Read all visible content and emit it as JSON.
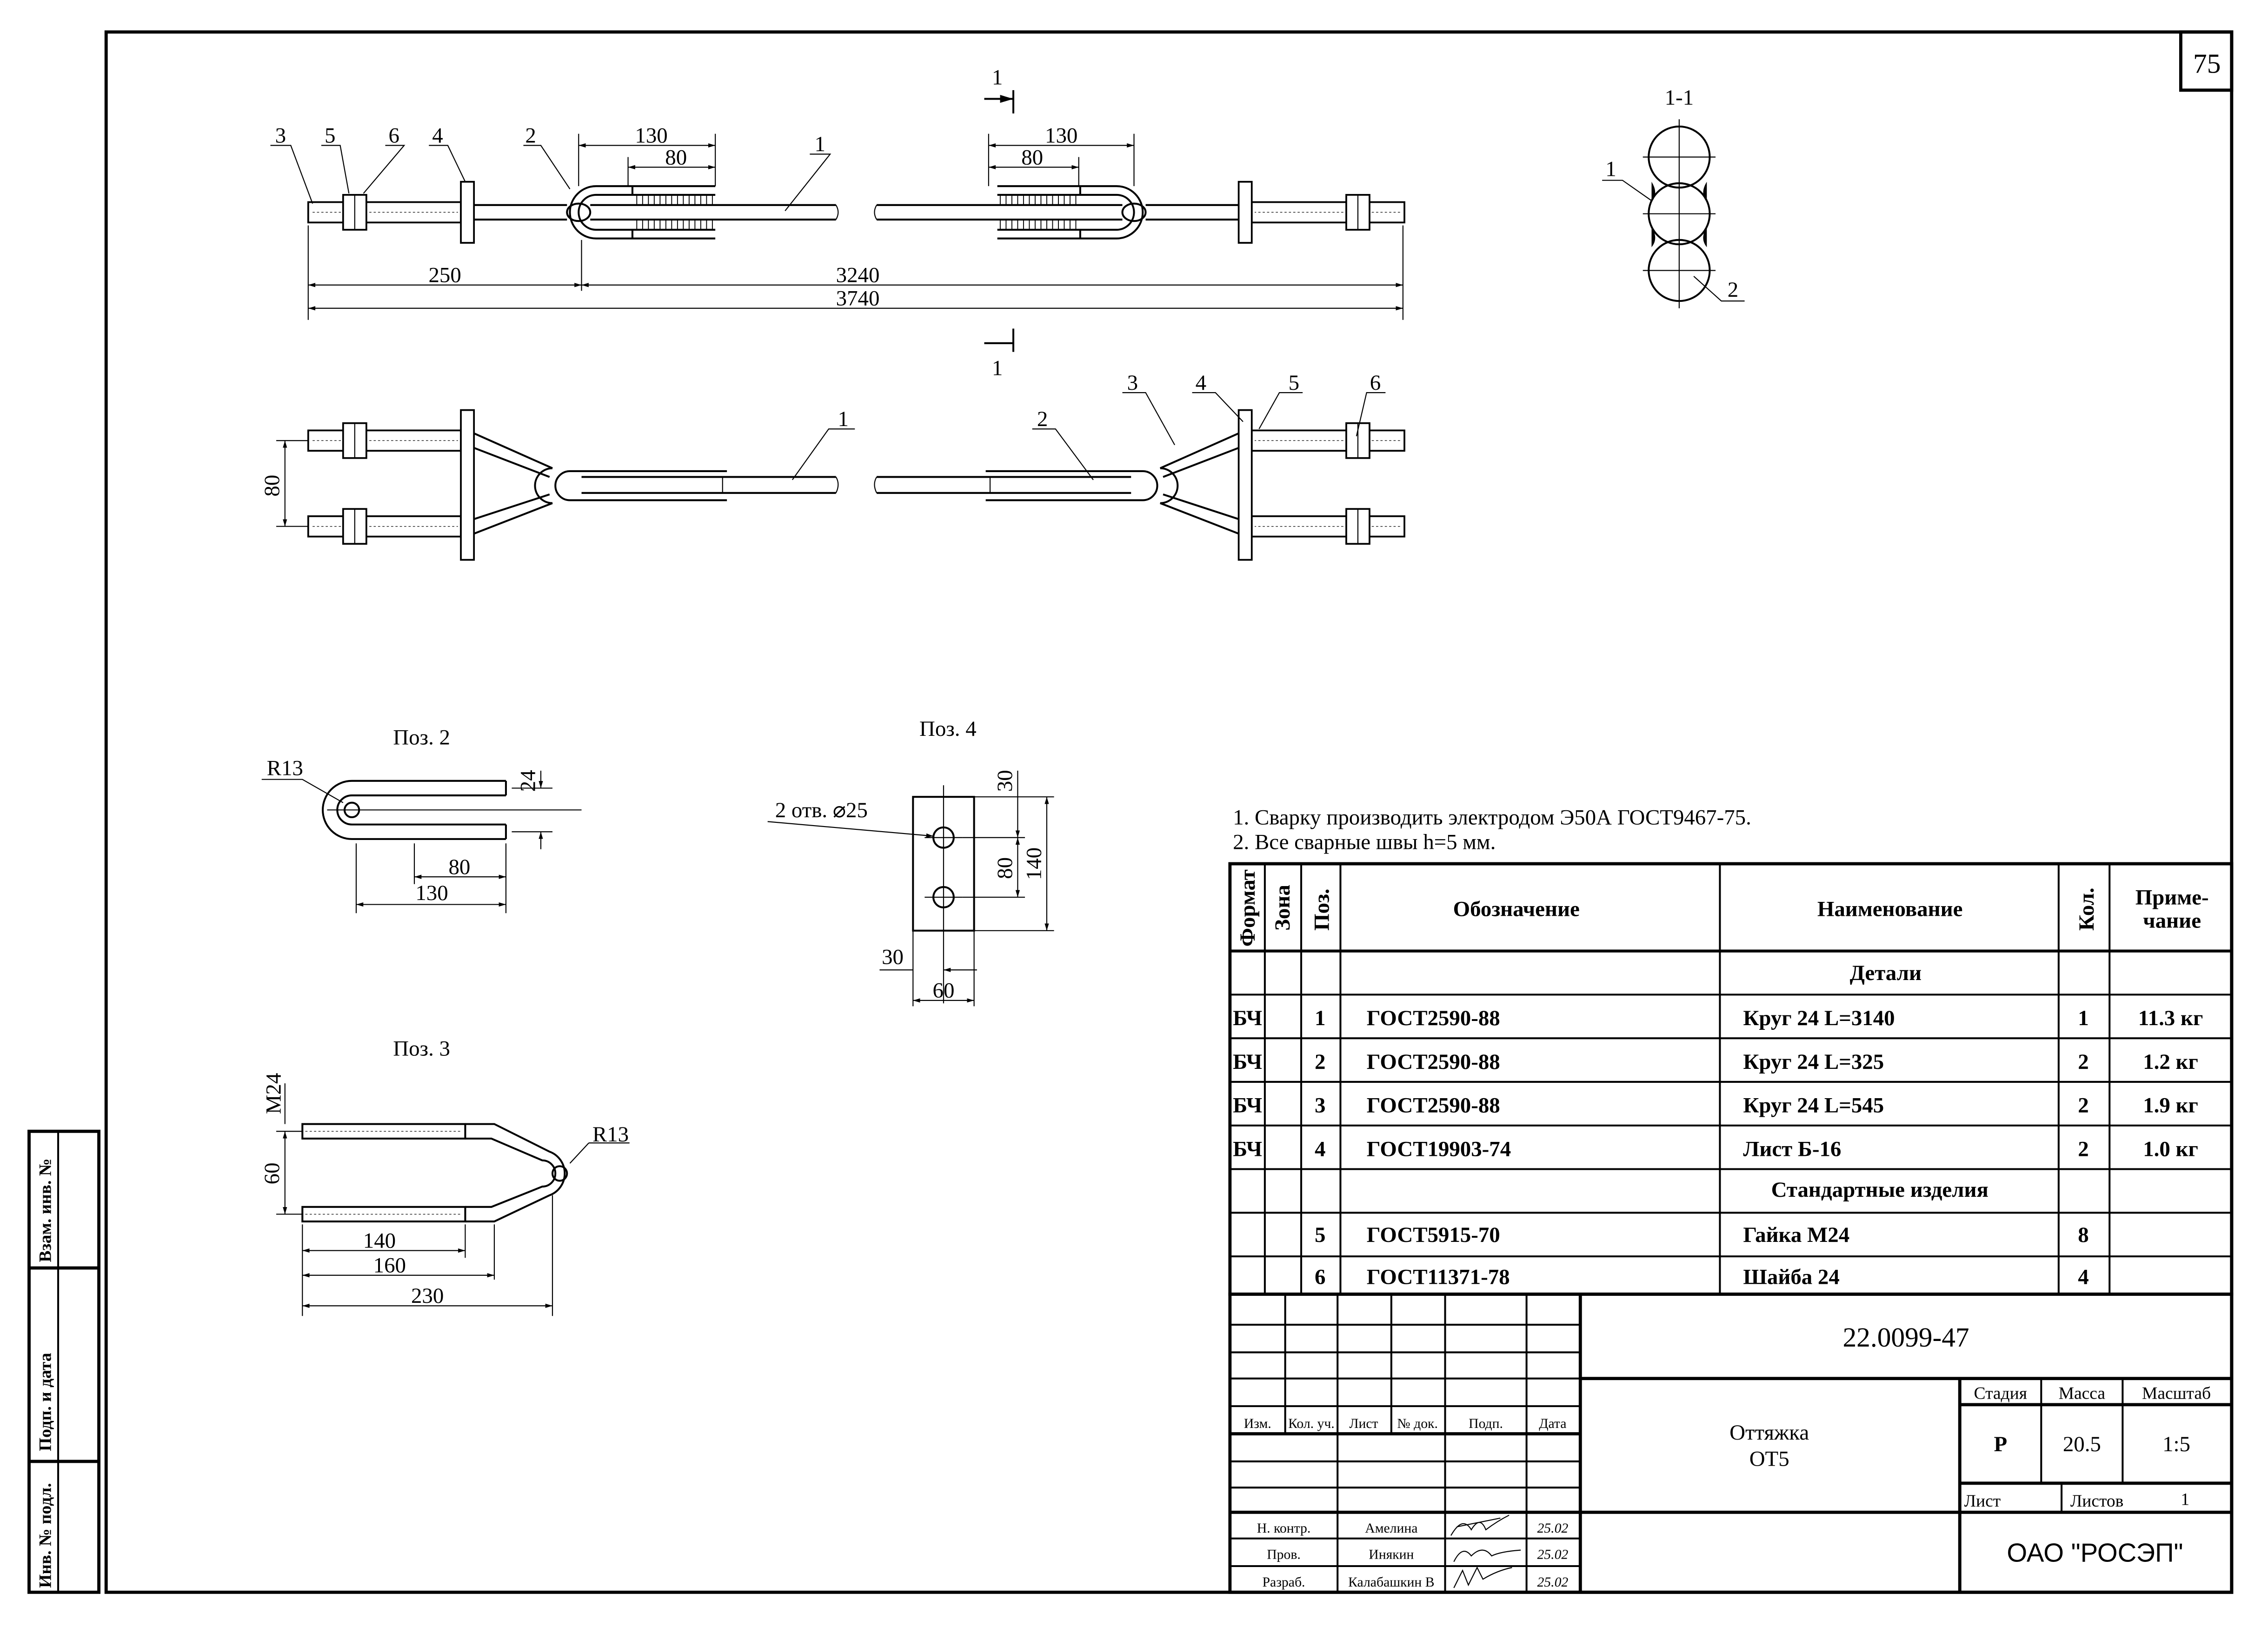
{
  "page_number": "75",
  "top_view": {
    "callouts": [
      "3",
      "5",
      "6",
      "4",
      "2",
      "1"
    ],
    "dim_130_left": "130",
    "dim_80_left": "80",
    "dim_130_right": "130",
    "dim_80_right": "80",
    "dim_250": "250",
    "dim_3240": "3240",
    "dim_3740": "3740",
    "section_mark_top": "1",
    "section_mark_bottom": "1"
  },
  "section": {
    "title": "1-1",
    "callout_1": "1",
    "callout_2": "2"
  },
  "bottom_view": {
    "dim_80": "80",
    "callouts": [
      "1",
      "2",
      "3",
      "4",
      "5",
      "6"
    ]
  },
  "pos2": {
    "title": "Поз. 2",
    "radius": "R13",
    "dim_24": "24",
    "dim_80": "80",
    "dim_130": "130"
  },
  "pos4": {
    "title": "Поз. 4",
    "holes": "2 отв. ⌀25",
    "dim_30_top": "30",
    "dim_80": "80",
    "dim_140": "140",
    "dim_30_left": "30",
    "dim_60": "60"
  },
  "pos3": {
    "title": "Поз. 3",
    "thread": "M24",
    "dim_60": "60",
    "radius": "R13",
    "dim_140": "140",
    "dim_160": "160",
    "dim_230": "230"
  },
  "notes": [
    "1. Сварку производить электродом Э50А ГОСТ9467-75.",
    "2. Все сварные швы h=5 мм."
  ],
  "spec_table": {
    "headers": {
      "format": "Формат",
      "zone": "Зона",
      "pos": "Поз.",
      "designation": "Обозначение",
      "name": "Наименование",
      "qty": "Кол.",
      "note": "Приме-",
      "note2": "чание"
    },
    "section_details": "Детали",
    "section_standard": "Стандартные изделия",
    "rows": [
      {
        "format": "БЧ",
        "pos": "1",
        "designation": "ГОСТ2590-88",
        "name": "Круг 24 L=3140",
        "qty": "1",
        "note": "11.3 кг"
      },
      {
        "format": "БЧ",
        "pos": "2",
        "designation": "ГОСТ2590-88",
        "name": "Круг 24 L=325",
        "qty": "2",
        "note": "1.2 кг"
      },
      {
        "format": "БЧ",
        "pos": "3",
        "designation": "ГОСТ2590-88",
        "name": "Круг 24 L=545",
        "qty": "2",
        "note": "1.9 кг"
      },
      {
        "format": "БЧ",
        "pos": "4",
        "designation": "ГОСТ19903-74",
        "name": "Лист Б-16",
        "qty": "2",
        "note": "1.0 кг"
      },
      {
        "format": "",
        "pos": "5",
        "designation": "ГОСТ5915-70",
        "name": "Гайка М24",
        "qty": "8",
        "note": ""
      },
      {
        "format": "",
        "pos": "6",
        "designation": "ГОСТ11371-78",
        "name": "Шайба 24",
        "qty": "4",
        "note": ""
      }
    ]
  },
  "title_block": {
    "doc_number": "22.0099-47",
    "title_line1": "Оттяжка",
    "title_line2": "ОТ5",
    "stage_label": "Стадия",
    "mass_label": "Масса",
    "scale_label": "Масштаб",
    "stage": "Р",
    "mass": "20.5",
    "scale": "1:5",
    "sheet_label": "Лист",
    "sheets_label": "Листов",
    "sheets": "1",
    "organization": "ОАО \"РОСЭП\"",
    "rev_headers": [
      "Изм.",
      "Кол. уч.",
      "Лист",
      "№ док.",
      "Подп.",
      "Дата"
    ],
    "roles": [
      {
        "role": "Н. контр.",
        "name": "Амелина",
        "date": "25.02"
      },
      {
        "role": "Пров.",
        "name": "Инякин",
        "date": "25.02"
      },
      {
        "role": "Разраб.",
        "name": "Калабашкин В",
        "date": "25.02"
      }
    ]
  },
  "side_stamp": {
    "replaced_inv": "Взам. инв. №",
    "sign_date": "Подп. и дата",
    "orig_inv": "Инв. № подл."
  }
}
